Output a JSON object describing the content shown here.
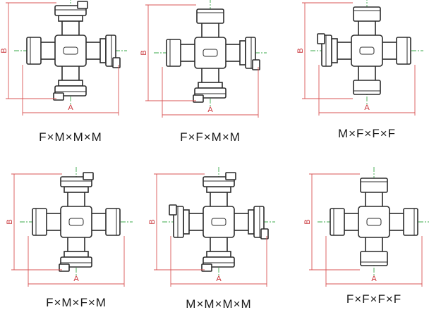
{
  "figures": [
    {
      "id": "f1",
      "label": "F×M×M×M",
      "dim_width": "A",
      "dim_height": "B",
      "arms": {
        "top": "M",
        "right": "M",
        "bottom": "M",
        "left": "F"
      }
    },
    {
      "id": "f2",
      "label": "F×F×M×M",
      "dim_width": "A",
      "dim_height": "B",
      "arms": {
        "top": "F",
        "right": "M",
        "bottom": "M",
        "left": "F"
      }
    },
    {
      "id": "f3",
      "label": "M×F×F×F",
      "dim_width": "A",
      "dim_height": "B",
      "arms": {
        "top": "F",
        "right": "F",
        "bottom": "F",
        "left": "M"
      }
    },
    {
      "id": "f4",
      "label": "F×M×F×M",
      "dim_width": "A",
      "dim_height": "B",
      "arms": {
        "top": "M",
        "right": "F",
        "bottom": "M",
        "left": "F"
      }
    },
    {
      "id": "f5",
      "label": "M×M×M×M",
      "dim_width": "A",
      "dim_height": "B",
      "arms": {
        "top": "M",
        "right": "M",
        "bottom": "M",
        "left": "M"
      }
    },
    {
      "id": "f6",
      "label": "F×F×F×F",
      "dim_width": "A",
      "dim_height": "B",
      "arms": {
        "top": "F",
        "right": "F",
        "bottom": "F",
        "left": "F"
      }
    }
  ],
  "colors": {
    "outline": "#2b2b2b",
    "dimension": "#d95454",
    "centerline": "#3aa84a"
  }
}
